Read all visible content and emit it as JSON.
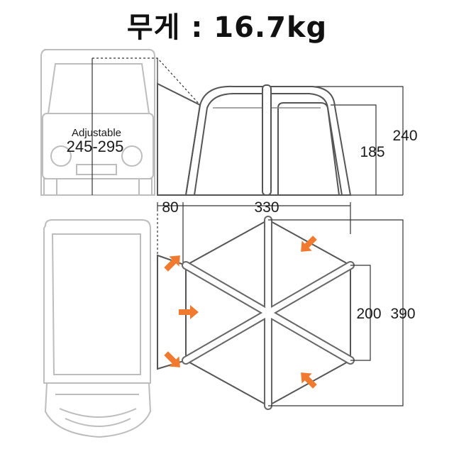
{
  "title": "무게 : 16.7kg",
  "vehicle_side": {
    "label": "Adjustable",
    "range": "245-295"
  },
  "dimensions": {
    "inner_height": "185",
    "outer_height": "240",
    "tunnel_depth": "80",
    "tent_width": "330",
    "inner_depth": "200",
    "outer_depth": "390"
  },
  "colors": {
    "outline": "#555555",
    "vehicle": "#bdbdbd",
    "arrow": "#f07a30",
    "dimension_line": "#333333"
  },
  "icons": [
    "arrow-icon"
  ]
}
